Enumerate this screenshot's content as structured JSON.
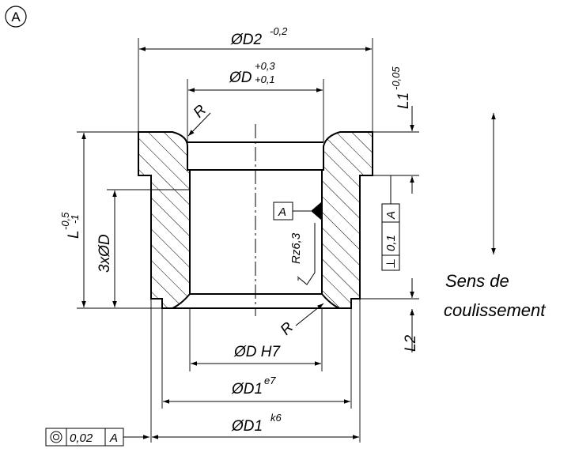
{
  "view_label": "A",
  "dims": {
    "d2": "ØD2",
    "d2_tol": "-0,2",
    "d": "ØD",
    "d_tol_upper": "+0,3",
    "d_tol_lower": "+0,1",
    "r_top": "R",
    "r_bottom": "R",
    "l1": "L1",
    "l1_tol": "-0,05",
    "l": "L",
    "l_tol_upper": "-0,5",
    "l_tol_lower": "-1",
    "bolt": "3xØD",
    "l2": "L2",
    "d_h7": "ØD H7",
    "d1_e7": "ØD1",
    "d1_e7_tol": "e7",
    "d1_k6": "ØD1",
    "d1_k6_tol": "k6"
  },
  "datum": {
    "label": "A"
  },
  "perpendicularity": {
    "symbol": "⊥",
    "value": "0,1",
    "datum": "A"
  },
  "concentricity": {
    "symbol": "◎",
    "value": "0,02",
    "datum": "A"
  },
  "roughness": "Rz6,3",
  "sliding_note": {
    "line1": "Sens de",
    "line2": "coulissement"
  }
}
